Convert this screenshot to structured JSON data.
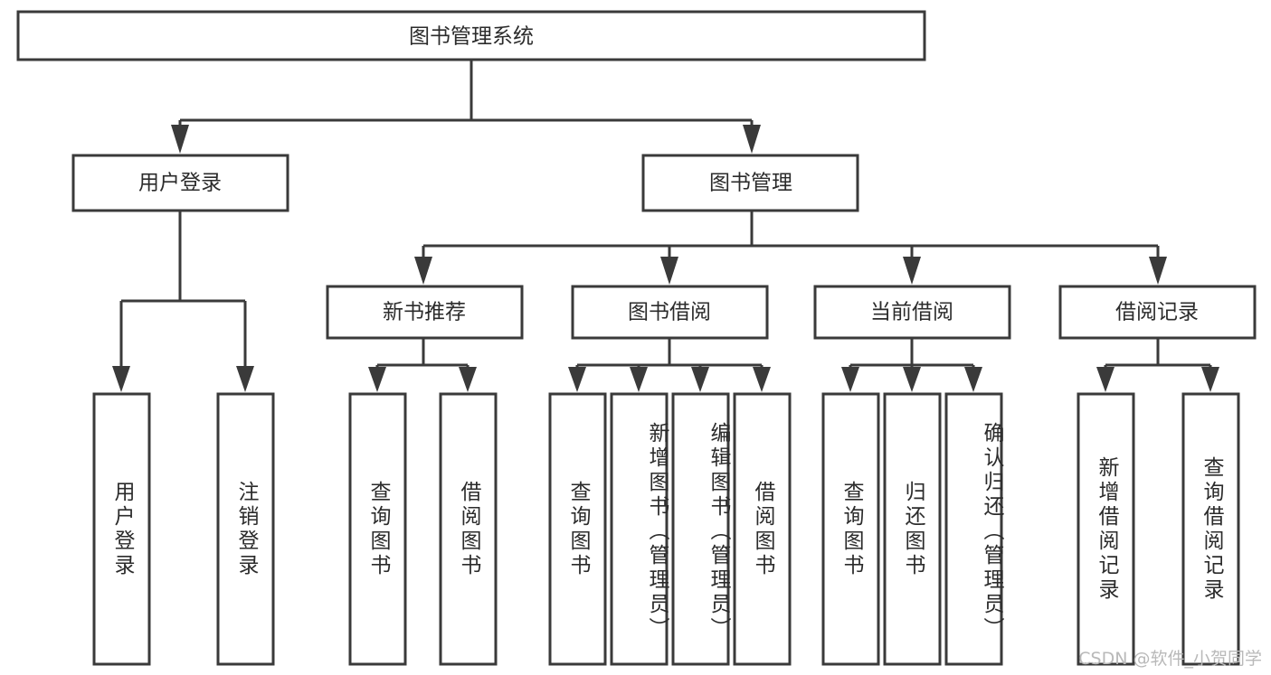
{
  "diagram": {
    "title": "图书管理系统",
    "type": "hierarchy-tree",
    "watermark": "CSDN @软件_小贺同学",
    "colors": {
      "stroke": "#3a3a3a",
      "box_fill": "#ffffff",
      "text": "#2b2b2b",
      "background": "#ffffff",
      "watermark": "#b9b9b9"
    },
    "root": {
      "label": "图书管理系统"
    },
    "level1": [
      {
        "label": "用户登录"
      },
      {
        "label": "图书管理"
      }
    ],
    "level2": [
      {
        "label": "新书推荐"
      },
      {
        "label": "图书借阅"
      },
      {
        "label": "当前借阅"
      },
      {
        "label": "借阅记录"
      }
    ],
    "leaves": {
      "user_login": [
        {
          "label": "用户登录"
        },
        {
          "label": "注销登录"
        }
      ],
      "new_book_recommend": [
        {
          "label": "查询图书"
        },
        {
          "label": "借阅图书"
        }
      ],
      "book_borrow": [
        {
          "label": "查询图书"
        },
        {
          "label": "新增图书（管理员）"
        },
        {
          "label": "编辑图书（管理员）"
        },
        {
          "label": "借阅图书"
        }
      ],
      "current_borrow": [
        {
          "label": "查询图书"
        },
        {
          "label": "归还图书"
        },
        {
          "label": "确认归还（管理员）"
        }
      ],
      "borrow_record": [
        {
          "label": "新增借阅记录"
        },
        {
          "label": "查询借阅记录"
        }
      ]
    }
  }
}
